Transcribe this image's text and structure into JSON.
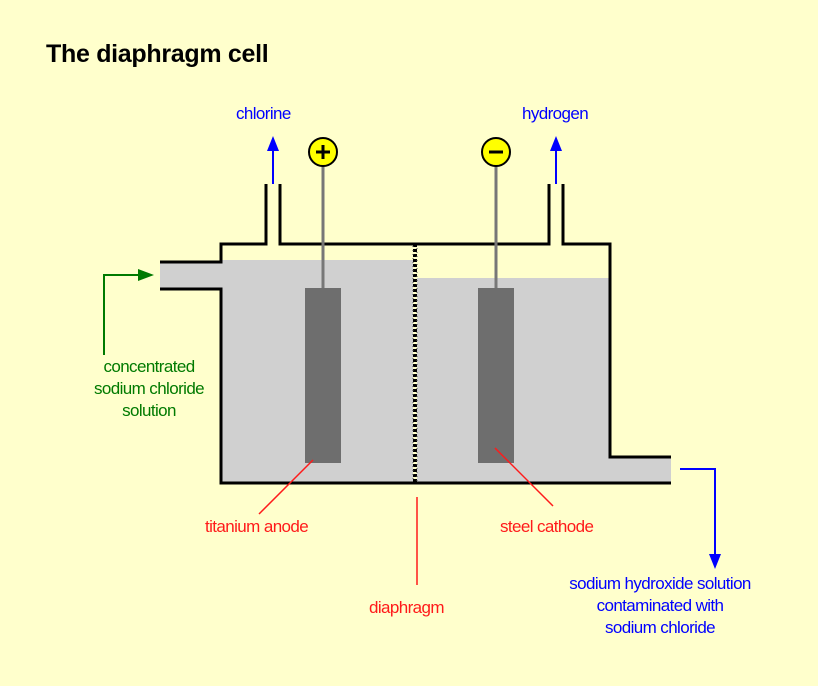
{
  "title": "The diaphragm cell",
  "labels": {
    "chlorine": "chlorine",
    "hydrogen": "hydrogen",
    "inlet": [
      "concentrated",
      "sodium chloride",
      "solution"
    ],
    "anode": "titanium anode",
    "cathode": "steel cathode",
    "diaphragm": "diaphragm",
    "outlet": [
      "sodium hydroxide solution",
      "contaminated with",
      "sodium chloride"
    ]
  },
  "terminals": {
    "positive": "+",
    "negative": "−"
  },
  "colors": {
    "background": "#ffffcc",
    "product_gas": "#0000ff",
    "inlet": "#007a00",
    "component_label": "#ff1a1a",
    "electrolyte": "#d0d0d0",
    "electrode": "#6e6e6e",
    "terminal": "#ffff00"
  }
}
